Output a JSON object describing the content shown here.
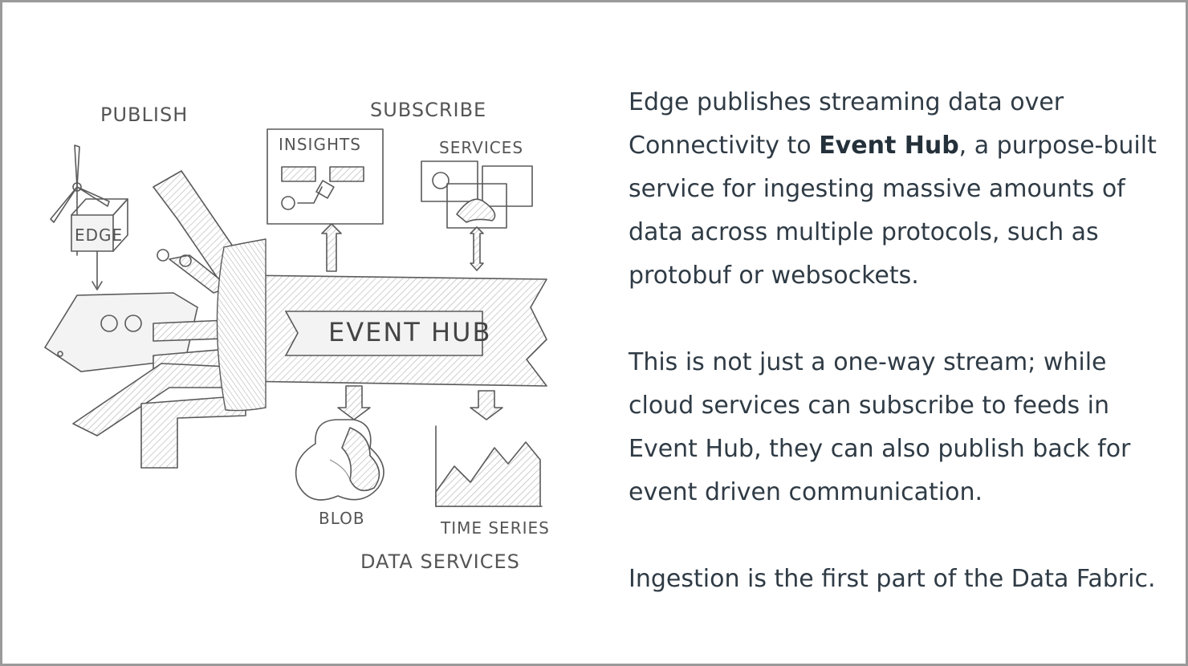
{
  "diagram": {
    "labels": {
      "publish": "PUBLISH",
      "subscribe": "SUBSCRIBE",
      "insights": "INSIGHTS",
      "services": "SERVICES",
      "edge": "EDGE",
      "event_hub": "EVENT HUB",
      "blob": "BLOB",
      "time_series": "TIME SERIES",
      "data_services": "DATA SERVICES"
    }
  },
  "text": {
    "p1_before": "Edge publishes streaming data over Connectivity to ",
    "p1_bold": "Event Hub",
    "p1_after": ", a purpose-built service for ingesting massive amounts of data across multiple protocols, such as protobuf or websockets.",
    "p2": "This is not just a one-way stream; while cloud services can subscribe to feeds in Event Hub, they can also publish back for event driven communication.",
    "p3": "Ingestion is the first part of the Data Fabric."
  }
}
